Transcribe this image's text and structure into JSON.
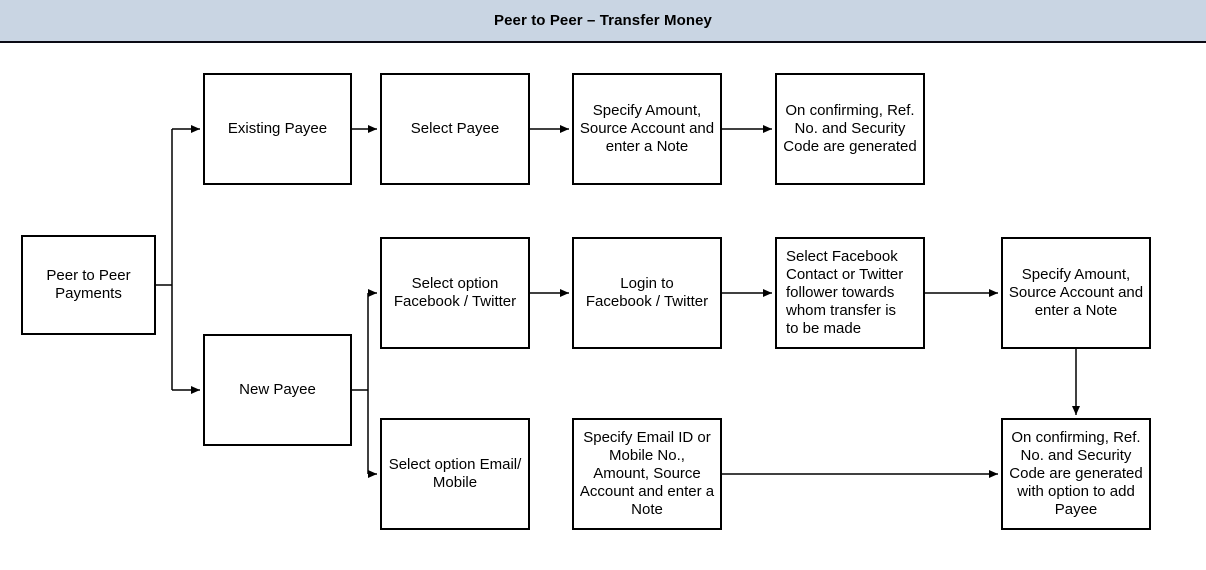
{
  "header": {
    "title": "Peer to Peer – Transfer Money"
  },
  "colors": {
    "header-bg": "#c9d5e3",
    "header-border": "#0a0a14",
    "canvas-bg": "#ffffff",
    "box-border": "#000000",
    "line": "#000000",
    "text": "#000000"
  },
  "nodes": {
    "peer_to_peer_payments": {
      "label": "Peer to Peer\nPayments"
    },
    "existing_payee": {
      "label": "Existing Payee"
    },
    "select_payee": {
      "label": "Select Payee"
    },
    "specify_amount_top": {
      "label": "Specify Amount,\nSource Account and\nenter a Note"
    },
    "on_confirming_top": {
      "label": "On confirming, Ref.\nNo. and Security\nCode are generated"
    },
    "new_payee": {
      "label": "New Payee"
    },
    "select_option_facebook_twitter": {
      "label": "Select option\nFacebook / Twitter"
    },
    "login_facebook_twitter": {
      "label": "Login to\nFacebook / Twitter"
    },
    "select_facebook_contact": {
      "label": "Select Facebook\nContact or Twitter\nfollower towards\nwhom transfer is\nto be made"
    },
    "specify_amount_social": {
      "label": "Specify Amount,\nSource Account and\nenter a Note"
    },
    "select_option_email_mobile": {
      "label": "Select option Email/\nMobile"
    },
    "specify_email_mobile_details": {
      "label": "Specify Email ID or\nMobile No.,\nAmount, Source\nAccount and enter a\nNote"
    },
    "on_confirming_add_payee": {
      "label": "On confirming, Ref.\nNo. and Security\nCode are generated\nwith option to add\nPayee"
    }
  },
  "edges": [
    {
      "from": "peer_to_peer_payments",
      "to": "existing_payee"
    },
    {
      "from": "peer_to_peer_payments",
      "to": "new_payee"
    },
    {
      "from": "existing_payee",
      "to": "select_payee"
    },
    {
      "from": "select_payee",
      "to": "specify_amount_top"
    },
    {
      "from": "specify_amount_top",
      "to": "on_confirming_top"
    },
    {
      "from": "new_payee",
      "to": "select_option_facebook_twitter"
    },
    {
      "from": "new_payee",
      "to": "select_option_email_mobile"
    },
    {
      "from": "select_option_facebook_twitter",
      "to": "login_facebook_twitter"
    },
    {
      "from": "login_facebook_twitter",
      "to": "select_facebook_contact"
    },
    {
      "from": "select_facebook_contact",
      "to": "specify_amount_social"
    },
    {
      "from": "specify_amount_social",
      "to": "on_confirming_add_payee"
    },
    {
      "from": "select_option_email_mobile",
      "to": "specify_email_mobile_details"
    },
    {
      "from": "specify_email_mobile_details",
      "to": "on_confirming_add_payee"
    }
  ]
}
